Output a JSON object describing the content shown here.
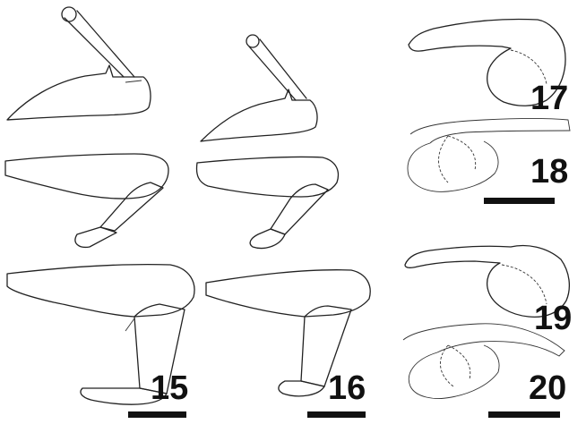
{
  "figure": {
    "labels": {
      "fig15": "15",
      "fig16": "16",
      "fig17": "17",
      "fig18": "18",
      "fig19": "19",
      "fig20": "20"
    }
  },
  "colors": {
    "ink": "#222222",
    "stipple": "#555555",
    "background": "#ffffff"
  }
}
